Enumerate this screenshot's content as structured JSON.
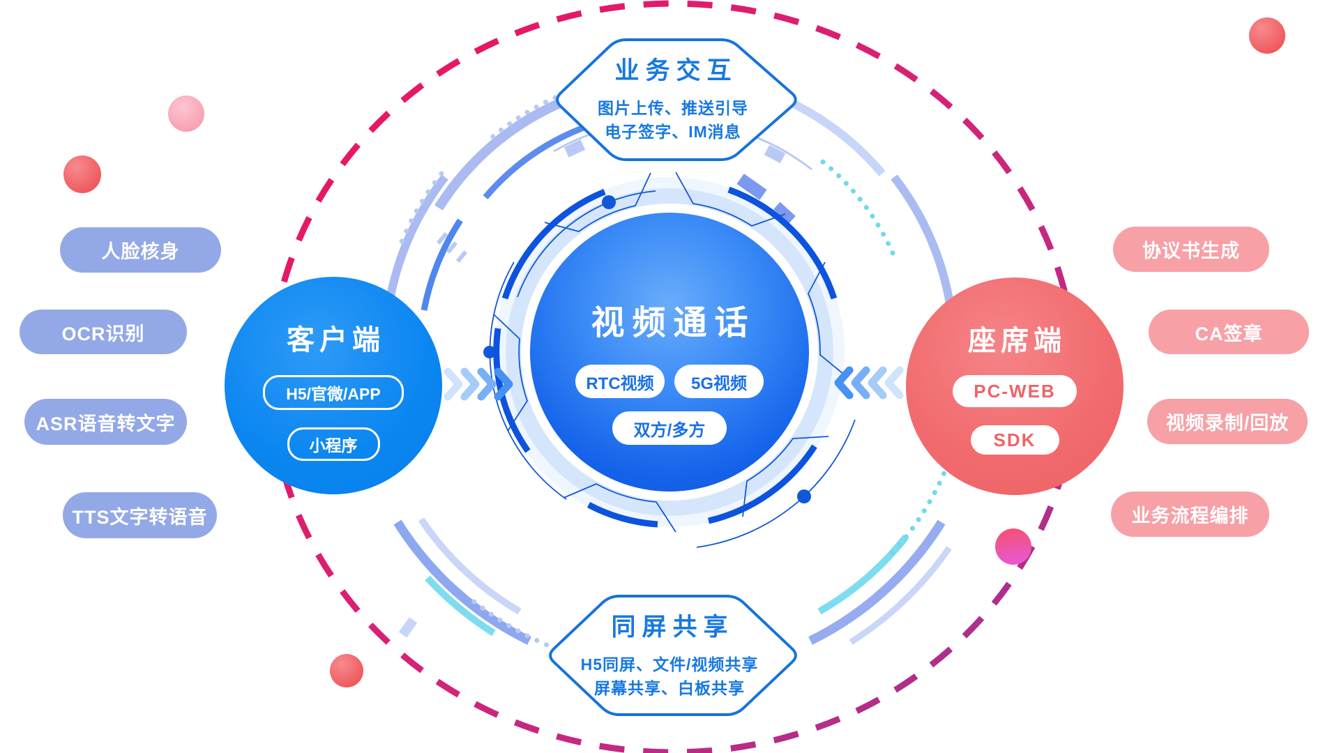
{
  "diagram": {
    "center": {
      "title": "视频通话",
      "pills": [
        "RTC视频",
        "5G视频",
        "双方/多方"
      ]
    },
    "client": {
      "title": "客户端",
      "pills": [
        "H5/官微/APP",
        "小程序"
      ]
    },
    "agent": {
      "title": "座席端",
      "pills": [
        "PC-WEB",
        "SDK"
      ]
    },
    "top_hexagon": {
      "title": "业务交互",
      "lines": [
        "图片上传、推送引导",
        "电子签字、IM消息"
      ]
    },
    "bottom_hexagon": {
      "title": "同屏共享",
      "lines": [
        "H5同屏、文件/视频共享",
        "屏幕共享、白板共享"
      ]
    },
    "left_capabilities": [
      "人脸核身",
      "OCR识别",
      "ASR语音转文字",
      "TTS文字转语音"
    ],
    "right_capabilities": [
      "协议书生成",
      "CA签章",
      "视频录制/回放",
      "业务流程编排"
    ],
    "colors": {
      "core_blue": "#1563ea",
      "client_blue": "#0b86f1",
      "agent_coral": "#f16a6d",
      "hexagon_stroke_blue": "#1673da",
      "hexagon_text_blue": "#1778e2",
      "left_pill_periwinkle": "#93a8e6",
      "right_pill_pink": "#f7a0a6",
      "bright_arc_blue": "#0d53dd",
      "dashed_ring_crimson": "#ec135e",
      "dashed_ring_purple": "#9f3494",
      "cyan_accent": "#72d9e8"
    }
  }
}
